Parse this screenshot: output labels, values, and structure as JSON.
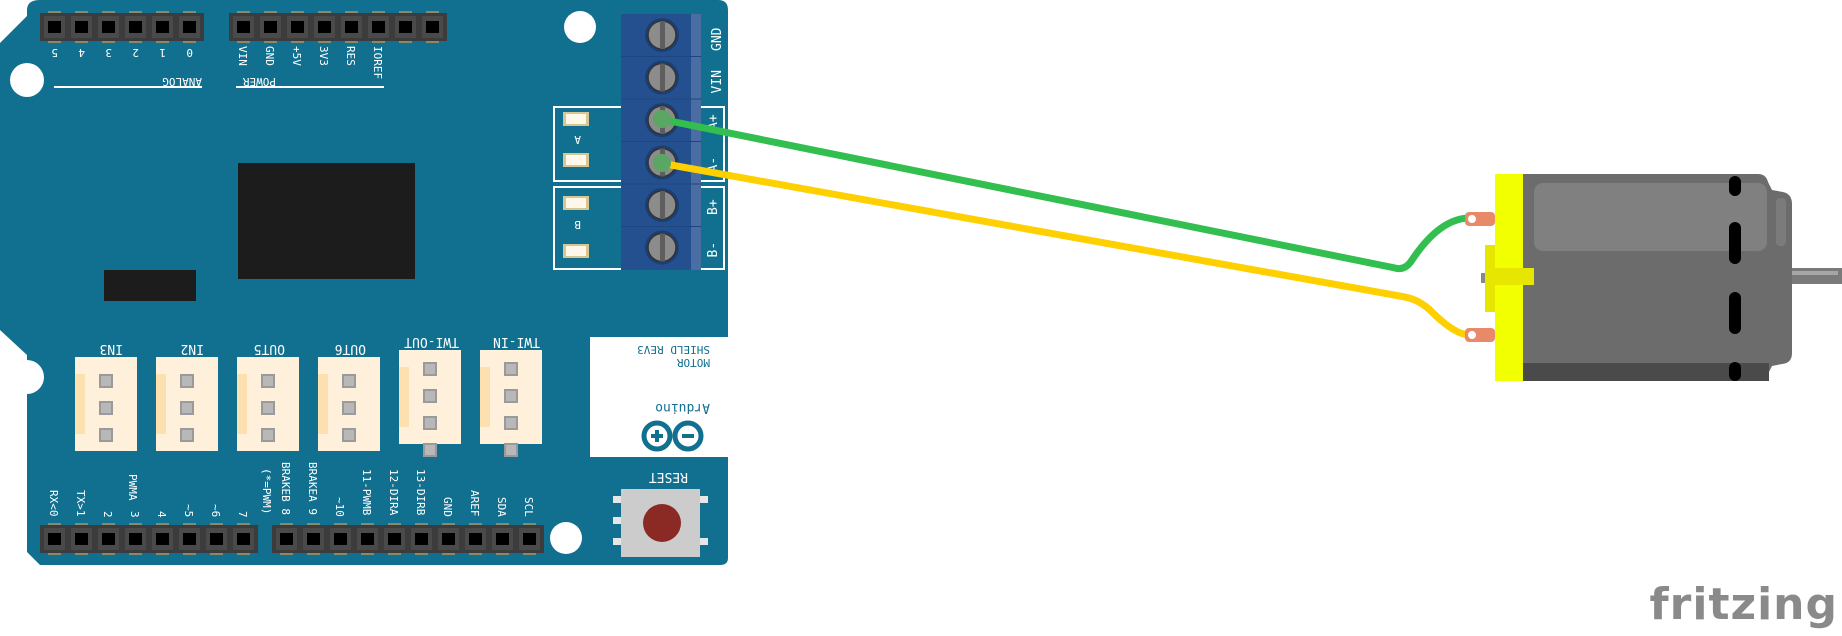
{
  "app": {
    "name": "fritzing",
    "view": "Breadboard View"
  },
  "colors": {
    "board": "#11708f",
    "header": "#3c3c3c",
    "terminal_block": "#25508f",
    "wire_green": "#33bf4f",
    "wire_yellow": "#ffd000",
    "motor_body": "#6c6c6c",
    "motor_cap": "#f2ff00",
    "reset_button": "#8b2a24"
  },
  "board": {
    "name": "Arduino Motor Shield Rev3",
    "brand": "Arduino",
    "label_line1": "MOTOR",
    "label_line2": "SHIELD REV3",
    "reset_label": "RESET",
    "analog_group_label": "ANALOG",
    "power_group_label": "POWER",
    "analog_pins": [
      "5",
      "4",
      "3",
      "2",
      "1",
      "0"
    ],
    "power_pins": [
      "VIN",
      "GND",
      "+5V",
      "3V3",
      "RES",
      "IOREF",
      ""
    ],
    "digital_low_pins": [
      "RX<0",
      "TX>1",
      "2",
      "3",
      "4",
      "~5",
      "~6",
      "7"
    ],
    "digital_low_extra": "PWMA",
    "pwm_note": "(*=PWM)",
    "digital_high_pins": [
      "BRAKEB 8",
      "BRAKEA 9",
      "~10",
      "11-PWMB",
      "12-DIRA",
      "13-DIRB",
      "GND",
      "AREF",
      "SDA",
      "SCL"
    ],
    "tinkerkit_connectors": [
      "IN3",
      "IN2",
      "OUT5",
      "OUT6",
      "TWI-OUT",
      "TWI-IN"
    ],
    "terminal_labels": [
      "GND",
      "VIN",
      "A+",
      "A-",
      "B+",
      "B-"
    ],
    "channel_labels": [
      "A",
      "B"
    ]
  },
  "wires": [
    {
      "color": "green",
      "from": "A+",
      "to": "motor terminal 1"
    },
    {
      "color": "yellow",
      "from": "A-",
      "to": "motor terminal 2"
    }
  ],
  "motor": {
    "name": "DC Motor"
  }
}
